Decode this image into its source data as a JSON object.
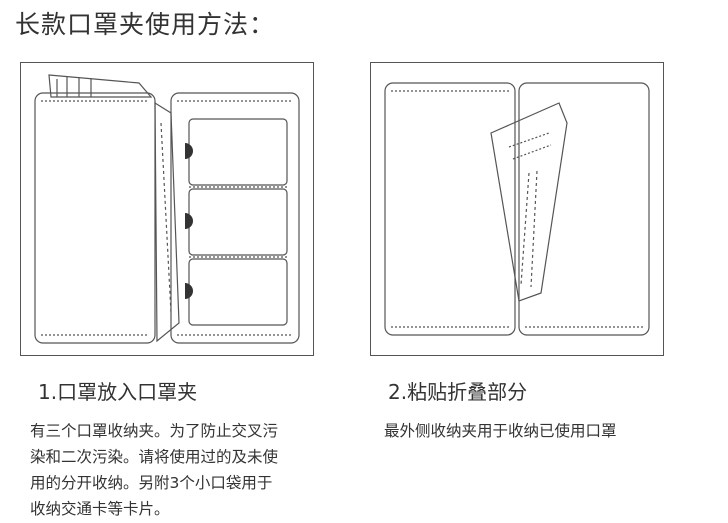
{
  "title": "长款口罩夹使用方法：",
  "steps": [
    {
      "heading": "1.口罩放入口罩夹",
      "lines": [
        "有三个口罩收纳夹。为了防止交叉污",
        "染和二次污染。请将使用过的及未使",
        "用的分开收纳。另附3个小口袋用于",
        "收纳交通卡等卡片。"
      ]
    },
    {
      "heading": "2.粘贴折叠部分",
      "lines": [
        "最外侧收纳夹用于收纳已使用口罩"
      ]
    }
  ],
  "colors": {
    "line": "#555555",
    "accent": "#333333",
    "background": "#ffffff"
  },
  "icons": [
    "mask-folder-illustration-open",
    "mask-folder-illustration-fold"
  ]
}
